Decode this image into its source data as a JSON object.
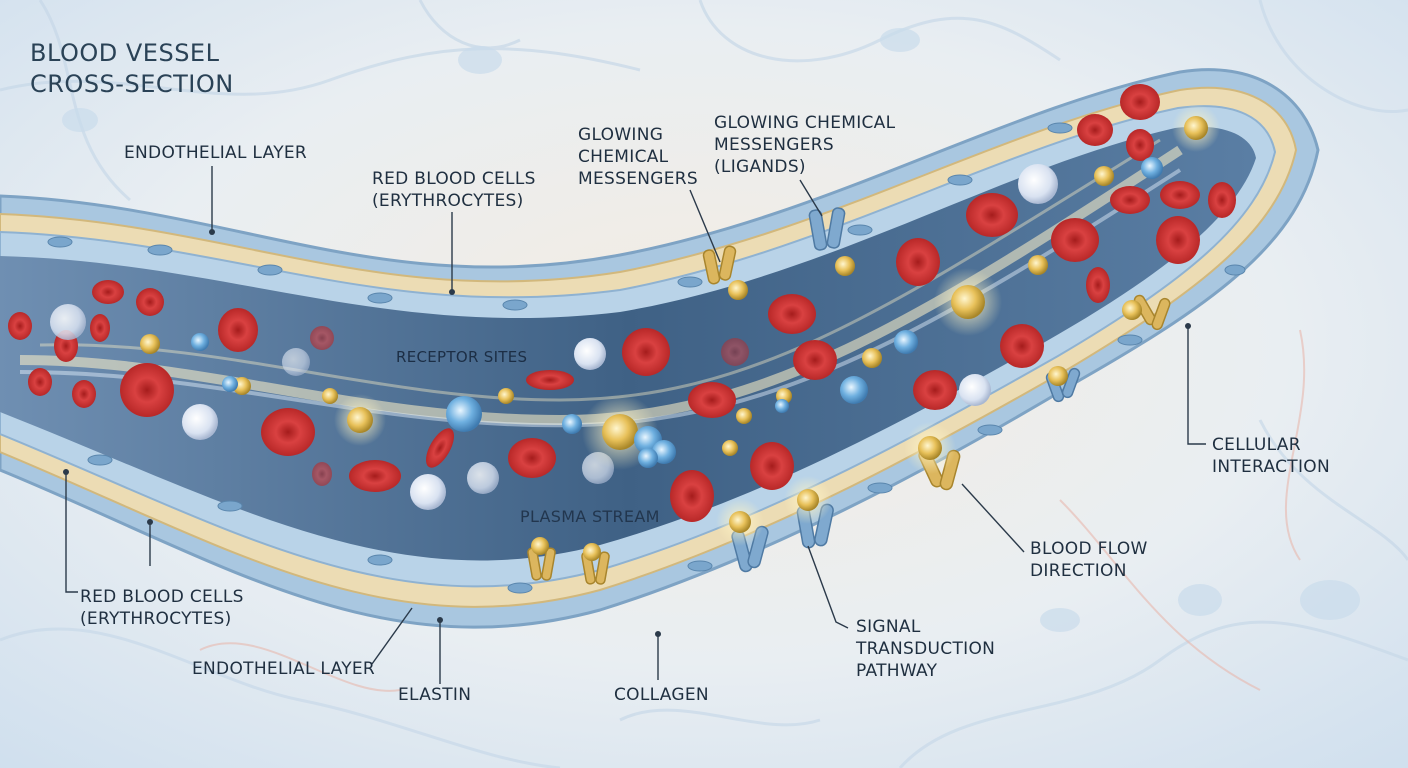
{
  "title": {
    "line1": "BLOOD VESSEL",
    "line2": "CROSS-SECTION"
  },
  "labels": {
    "endothelial_top": "ENDOTHELIAL LAYER",
    "rbc_top": {
      "line1": "RED BLOOD CELLS",
      "line2": "(ERYTHROCYTES)"
    },
    "messengers_1": {
      "line1": "GLOWING",
      "line2": "CHEMICAL",
      "line3": "MESSENGERS"
    },
    "messengers_2": {
      "line1": "GLOWING CHEMICAL",
      "line2": "MESSENGERS",
      "line3": "(LIGANDS)"
    },
    "receptor_sites": "RECEPTOR SITES",
    "cellular_interaction": {
      "line1": "CELLULAR",
      "line2": "INTERACTION"
    },
    "plasma_stream": "PLASMA STREAM",
    "blood_flow": {
      "line1": "BLOOD FLOW",
      "line2": "DIRECTION"
    },
    "rbc_bottom": {
      "line1": "RED BLOOD CELLS",
      "line2": "(ERYTHROCYTES)"
    },
    "endothelial_bottom": "ENDOTHELIAL LAYER",
    "elastin": "ELASTIN",
    "collagen": "COLLAGEN",
    "signal": {
      "line1": "SIGNAL",
      "line2": "TRANSDUCTION",
      "line3": "PATHWAY"
    }
  },
  "colors": {
    "background": "#e7eef4",
    "lumen": "#4d6f93",
    "vessel_wall_blue": "#a9c7e0",
    "vessel_wall_tan": "#ecdcb4",
    "red_blood_cell": "#c93232",
    "ligand_gold": "#e8c15a",
    "white_cell": "#d9e2f1",
    "receptor_blue": "#7fa9cf",
    "receptor_gold": "#dcb65e",
    "leader_line": "#2b3a4a"
  }
}
